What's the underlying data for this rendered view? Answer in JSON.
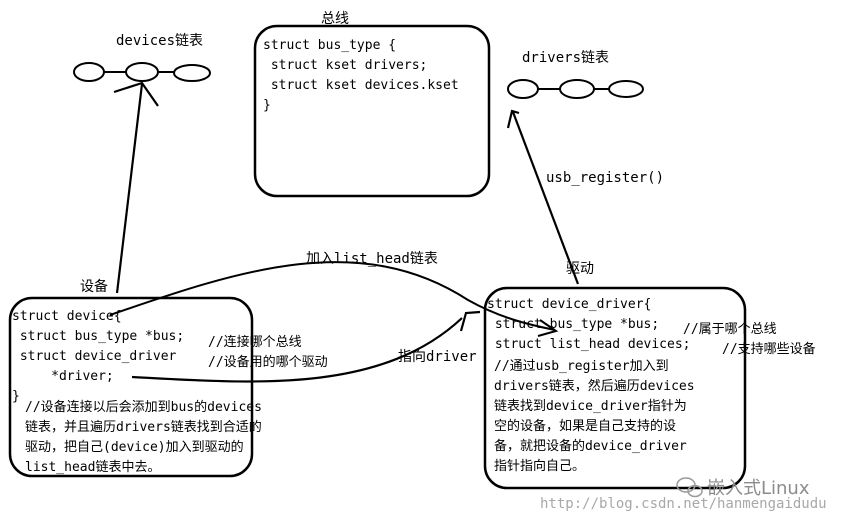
{
  "labels": {
    "bus_title": "总线",
    "devices_list": "devices链表",
    "drivers_list": "drivers链表",
    "usb_register": "usb_register()",
    "device_title": "设备",
    "driver_title": "驱动",
    "add_list_head": "加入list_head链表",
    "point_driver": "指向driver"
  },
  "bus_box": {
    "lines": [
      "struct bus_type {",
      " struct kset drivers;",
      " struct kset devices.kset",
      "}"
    ]
  },
  "device_box": {
    "code": [
      "struct device{",
      " struct bus_type *bus;",
      " struct device_driver",
      "     *driver;",
      "}"
    ],
    "comment_bus": "//连接哪个总线",
    "comment_driver": "//设备用的哪个驱动",
    "note": [
      "//设备连接以后会添加到bus的devices",
      "链表，并且遍历drivers链表找到合适的",
      "驱动，把自己(device)加入到驱动的",
      "list_head链表中去。"
    ]
  },
  "driver_box": {
    "code": [
      "struct device_driver{",
      " struct bus_type *bus;",
      " struct list_head devices;"
    ],
    "comment_bus": "//属于哪个总线",
    "comment_devices": "//支持哪些设备",
    "note": [
      "//通过usb_register加入到",
      "drivers链表，然后遍历devices",
      "链表找到device_driver指针为",
      "空的设备，如果是自己支持的设",
      "备，就把设备的device_driver",
      "指针指向自己。"
    ]
  },
  "watermark": {
    "brand": "嵌入式Linux",
    "url": "http://blog.csdn.net/hanmengaidudu"
  }
}
